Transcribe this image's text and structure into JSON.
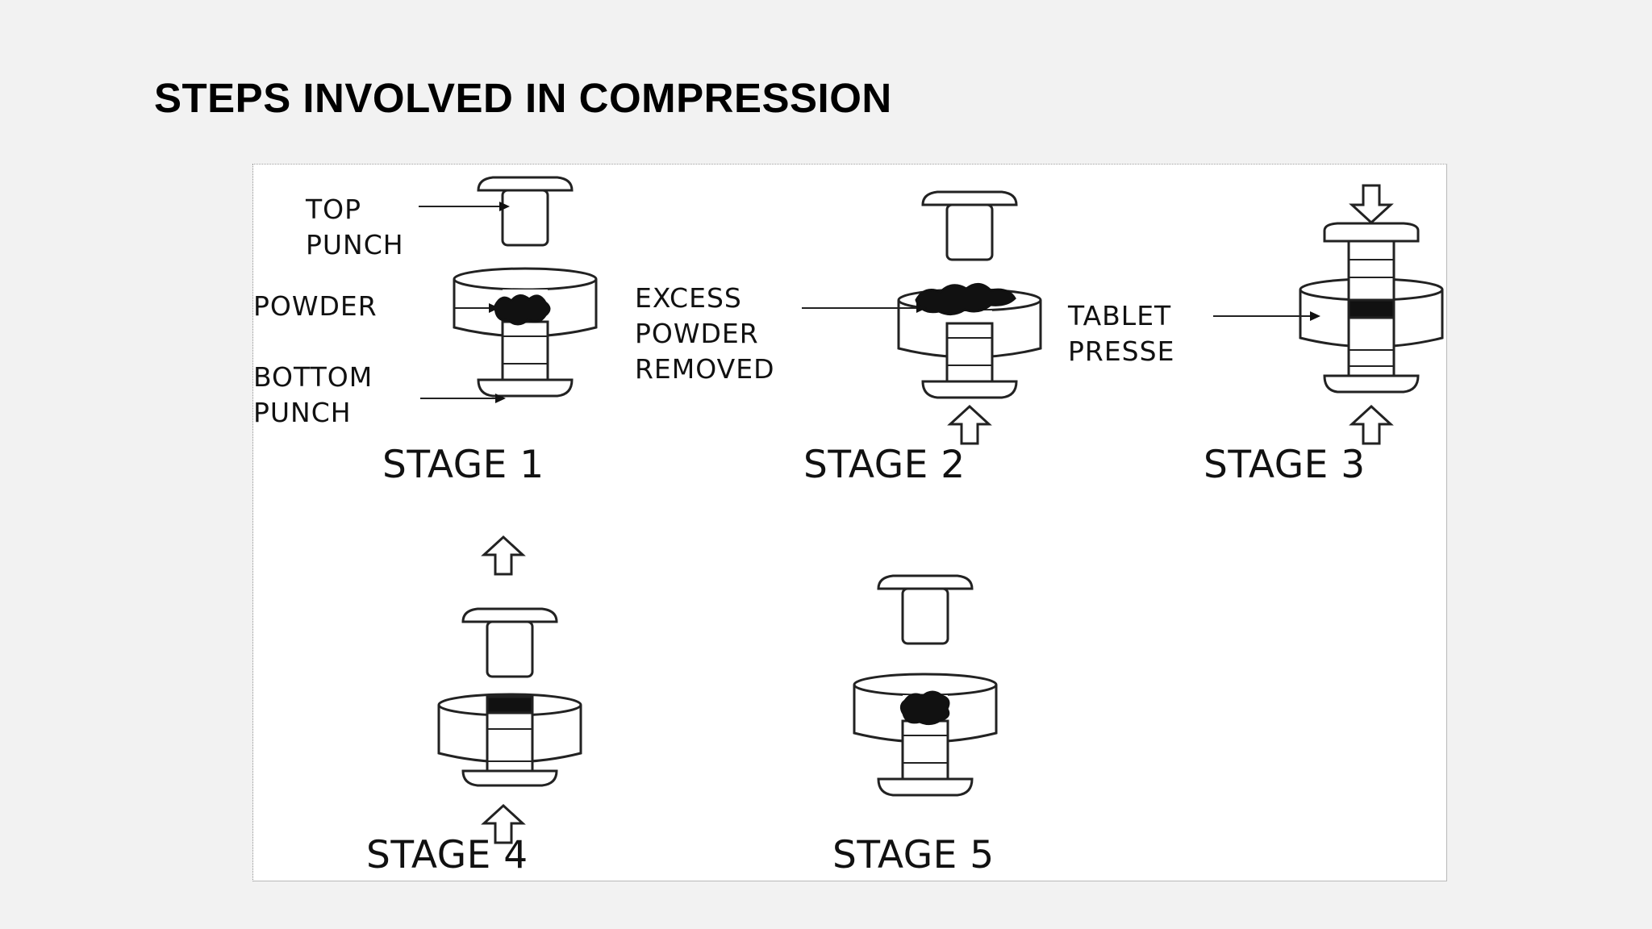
{
  "slide": {
    "title": "STEPS INVOLVED IN COMPRESSION"
  },
  "diagram": {
    "labels": {
      "top_punch_line1": "TOP",
      "top_punch_line2": "PUNCH",
      "powder": "POWDER",
      "bottom_punch_line1": "BOTTOM",
      "bottom_punch_line2": "PUNCH",
      "excess_line1": "EXCESS",
      "excess_line2": "POWDER",
      "excess_line3": "REMOVED",
      "tablet_line1": "TABLET",
      "tablet_line2": "PRESSE"
    },
    "stages": [
      "STAGE 1",
      "STAGE 2",
      "STAGE 3",
      "STAGE 4",
      "STAGE 5"
    ]
  }
}
